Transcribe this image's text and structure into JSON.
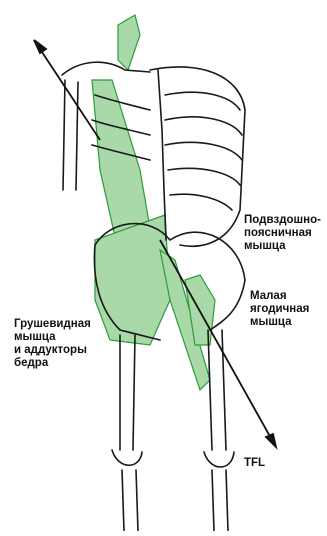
{
  "labels": {
    "iliopsoas": [
      "Подвздошно-",
      "поясничная",
      "мышца"
    ],
    "gluteus_minimus": [
      "Малая",
      "ягодичная",
      "мышца"
    ],
    "piriformis": [
      "Грушевидная",
      "мышца",
      "и аддукторы",
      "бедра"
    ],
    "tfl": "TFL"
  },
  "colors": {
    "muscle": "#2e9b3a",
    "muscle_light": "#a9d9a8",
    "bone": "#1a1a1a",
    "arrow": "#111111"
  }
}
